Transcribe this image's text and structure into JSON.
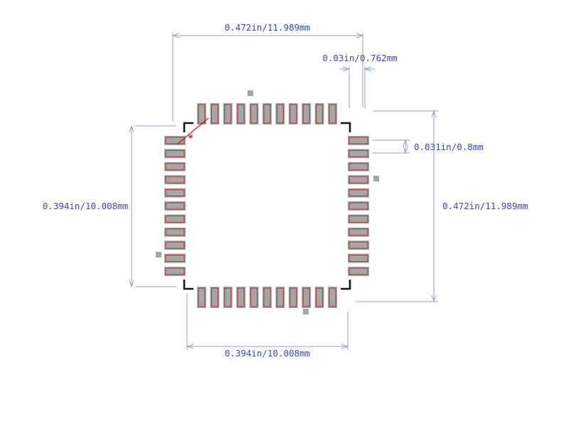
{
  "diagram": {
    "pins_per_side": 11,
    "labels": {
      "overall_width_top": "0.472in/11.989mm",
      "pad_width": "0.03in/0.762mm",
      "pin_pitch": "0.031in/0.8mm",
      "overall_height_right": "0.472in/11.989mm",
      "row_extent_left": "0.394in/10.008mm",
      "row_extent_bottom": "0.394in/10.008mm",
      "pin1_marker": "*"
    },
    "colors": {
      "background": "#ffffff",
      "pad_fill": "#a6a6a6",
      "pad_outline": "#9d3636",
      "dimension_line": "#98a0c8",
      "dimension_text": "#3a45c8",
      "outline_bracket": "#161616",
      "pin1_marker": "#cc1111"
    }
  }
}
